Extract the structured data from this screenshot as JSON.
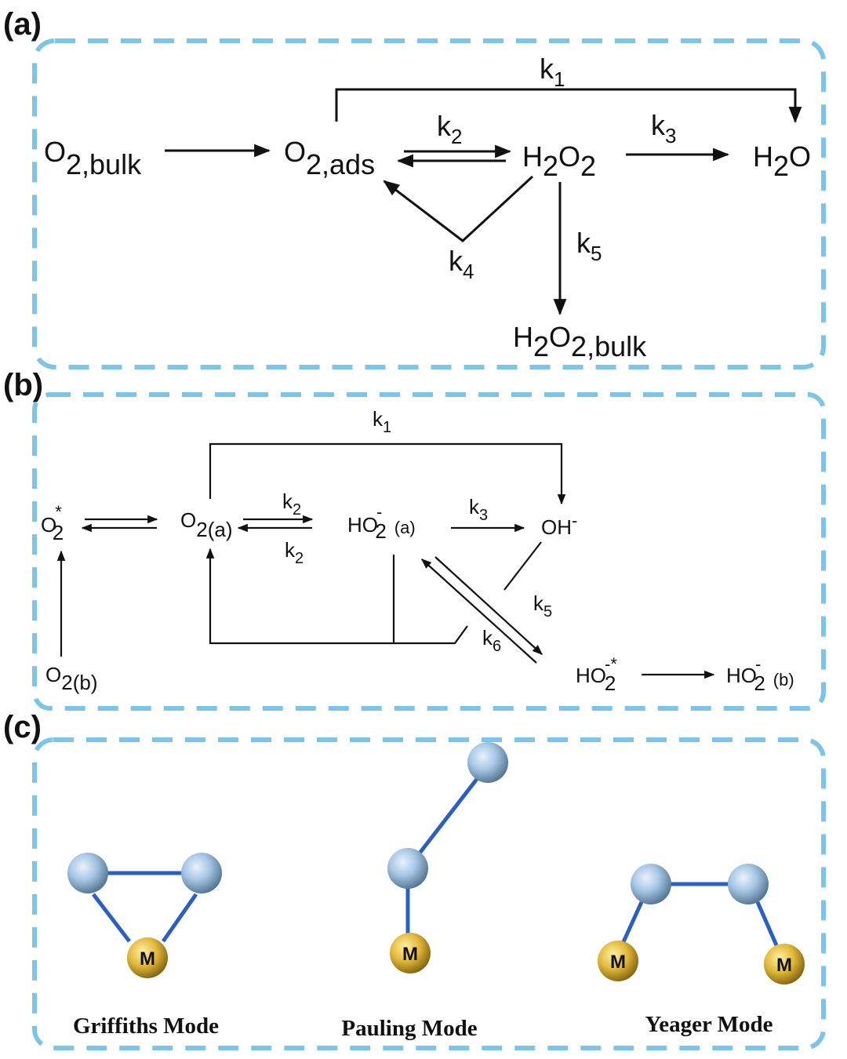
{
  "panels": {
    "a": {
      "label": "(a)",
      "species": {
        "o2_bulk": {
          "base": "O",
          "sub": "2,bulk"
        },
        "o2_ads": {
          "base": "O",
          "sub": "2,ads"
        },
        "h2o2": {
          "parts": [
            "H",
            "2",
            "O",
            "2"
          ]
        },
        "h2o": {
          "parts": [
            "H",
            "2",
            "O"
          ]
        },
        "h2o2_bulk": {
          "parts": [
            "H",
            "2",
            "O",
            "2,bulk"
          ]
        }
      },
      "rates": {
        "k1": {
          "base": "k",
          "sub": "1"
        },
        "k2": {
          "base": "k",
          "sub": "2"
        },
        "k3": {
          "base": "k",
          "sub": "3"
        },
        "k4": {
          "base": "k",
          "sub": "4"
        },
        "k5": {
          "base": "k",
          "sub": "5"
        }
      }
    },
    "b": {
      "label": "(b)",
      "species": {
        "o2_star": {
          "base": "O",
          "sub": "2",
          "sup": "*"
        },
        "o2_a": {
          "base": "O",
          "sub": "2(a)"
        },
        "ho2_a": {
          "base": "HO",
          "sub": "2",
          "sup": "-",
          "suffix": "(a)"
        },
        "oh": {
          "base": "OH",
          "sup": "-"
        },
        "o2_b": {
          "base": "O",
          "sub": "2(b)"
        },
        "ho2_star": {
          "base": "HO",
          "sub": "2",
          "sup": "-*"
        },
        "ho2_b": {
          "base": "HO",
          "sub": "2",
          "sup": "-",
          "suffix": "(b)"
        }
      },
      "rates": {
        "k1": {
          "base": "k",
          "sub": "1"
        },
        "k2_fwd": {
          "base": "k",
          "sub": "2"
        },
        "k2_rev": {
          "base": "k",
          "sub": "2"
        },
        "k3": {
          "base": "k",
          "sub": "3"
        },
        "k5": {
          "base": "k",
          "sub": "5"
        },
        "k6": {
          "base": "k",
          "sub": "6"
        }
      }
    },
    "c": {
      "label": "(c)",
      "metal_symbol": "M",
      "modes": [
        {
          "name": "Griffiths Mode"
        },
        {
          "name": "Pauling Mode"
        },
        {
          "name": "Yeager Mode"
        }
      ],
      "colors": {
        "oxygen": "#9fc3e4",
        "metal": "#e0b83a",
        "bond": "#2b5fc0"
      }
    }
  },
  "colors": {
    "frame": "#7cc5e8",
    "ink": "#111111"
  }
}
